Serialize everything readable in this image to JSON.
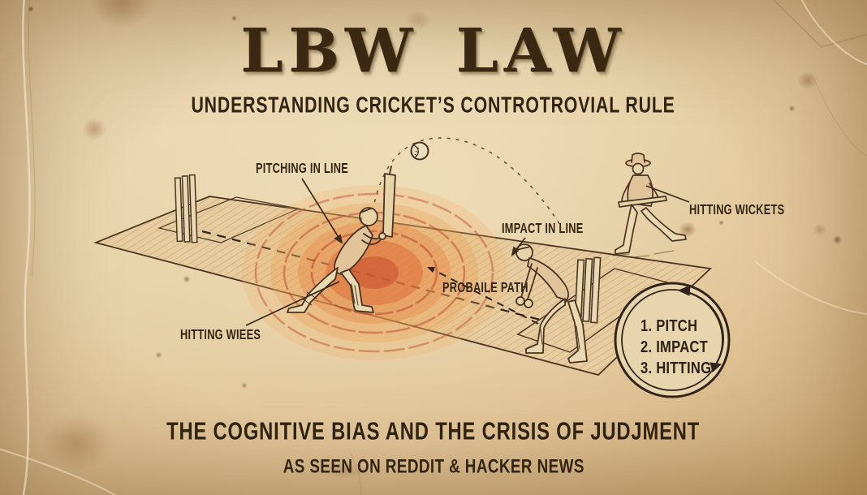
{
  "colors": {
    "paper": "#e8d2a8",
    "ink": "#3b2a17",
    "title_brown": "#3a2812",
    "target_red": "#c8553a",
    "target_orange": "#e98f52"
  },
  "header": {
    "title": "LBW LAW",
    "subtitle": "UNDERSTANDING CRICKET’S CONTROTROVIAL RULE"
  },
  "diagram": {
    "labels": {
      "pitching_in_line": "PITCHING IN LINE",
      "impact_in_line": "IMPACT IN LINE",
      "probable_path": "PROBAILE PATH",
      "hitting_wires": "HITTING WIEES",
      "hitting_wickets": "HITTING WICKETS"
    },
    "icons": [
      "cricket-ball-icon",
      "stumps-icon",
      "batsman-figure",
      "wicketkeeper-figure",
      "umpire-figure",
      "target-rings",
      "sequence-circle-arrow-icon"
    ],
    "sequence_badge": {
      "items": [
        "1. PITCH",
        "2. IMPACT",
        "3. HITTING"
      ]
    }
  },
  "footer": {
    "headline": "THE COGNITIVE BIAS AND THE CRISIS OF JUDJMENT",
    "tagline": "AS SEEN ON REDDIT & HACKER NEWS"
  }
}
